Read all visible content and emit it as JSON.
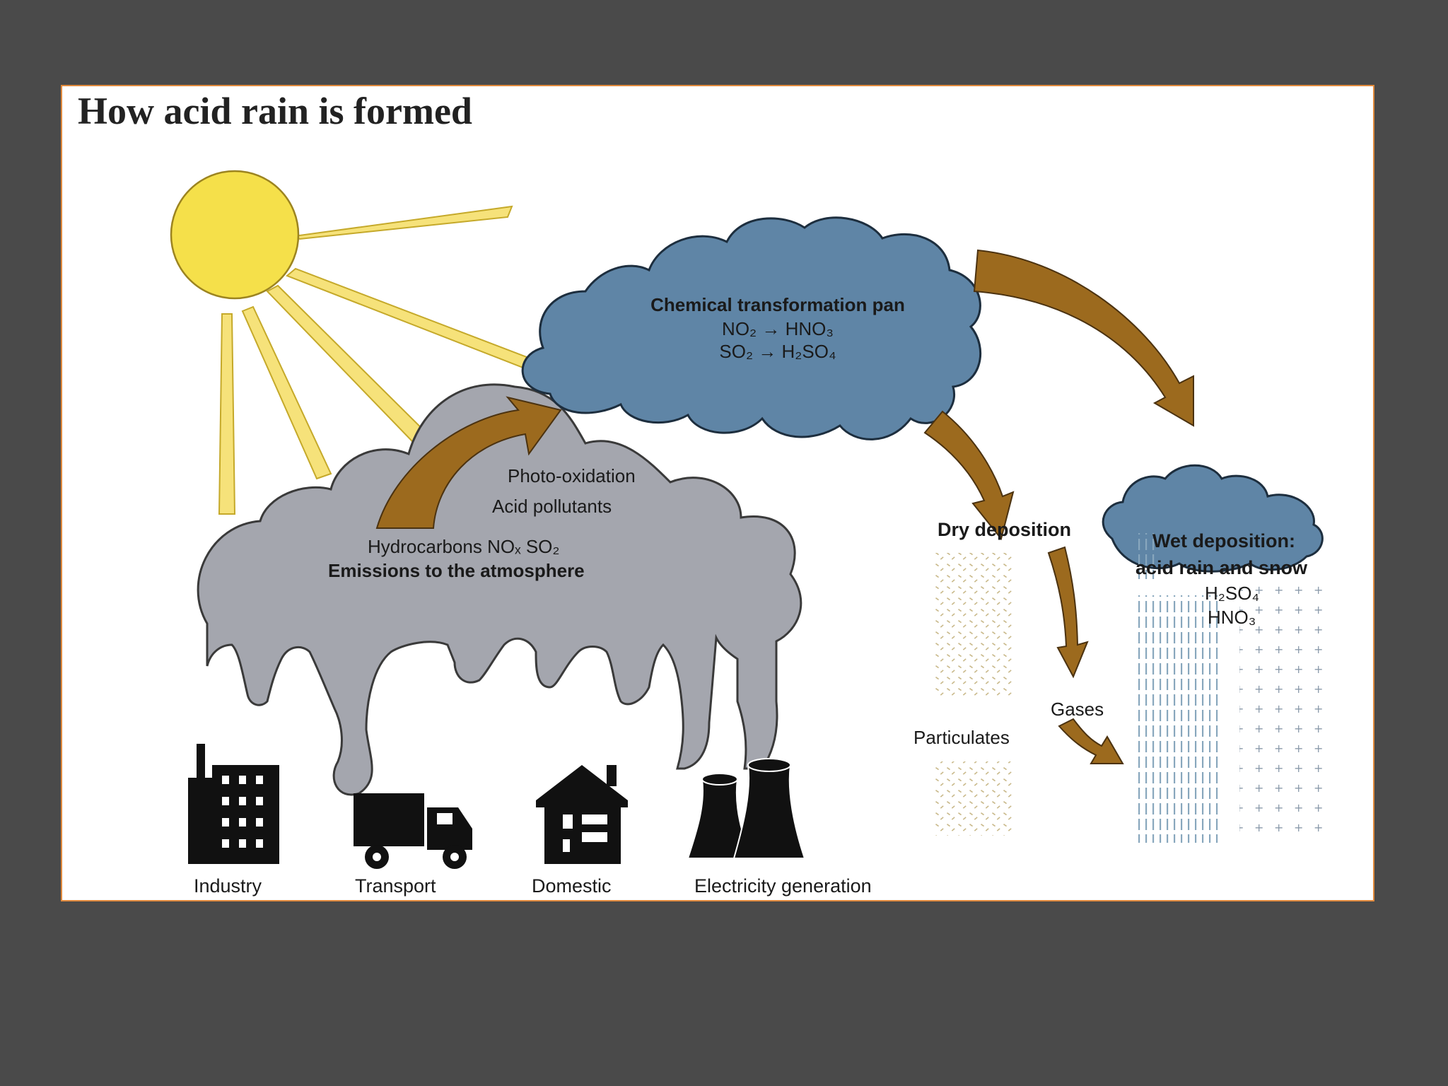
{
  "title": "How acid rain is formed",
  "colors": {
    "background": "#4a4a4a",
    "frame": "#e0893c",
    "sun": "#f5e04a",
    "emission_cloud": "#a4a6ae",
    "transform_cloud": "#5f85a6",
    "arrow": "#9c6a1e"
  },
  "chemical_cloud": {
    "heading": "Chemical transformation pan",
    "reaction_1": "NO₂ → HNO₃",
    "reaction_2": "SO₂ → H₂SO₄"
  },
  "emission_cloud": {
    "line_1": "Photo-oxidation",
    "line_2": "Acid pollutants",
    "line_3": "Hydrocarbons NOₓ SO₂",
    "line_4": "Emissions to the atmosphere"
  },
  "dry_deposition": {
    "heading": "Dry deposition",
    "gases": "Gases",
    "particulates": "Particulates"
  },
  "wet_deposition": {
    "heading_1": "Wet deposition:",
    "heading_2": "acid rain and snow",
    "acid_1": "H₂SO₄",
    "acid_2": "HNO₃"
  },
  "sources": {
    "industry": "Industry",
    "transport": "Transport",
    "domestic": "Domestic",
    "electricity": "Electricity generation"
  },
  "icons": [
    "sun-icon",
    "factory-icon",
    "truck-icon",
    "house-icon",
    "cooling-tower-icon"
  ]
}
